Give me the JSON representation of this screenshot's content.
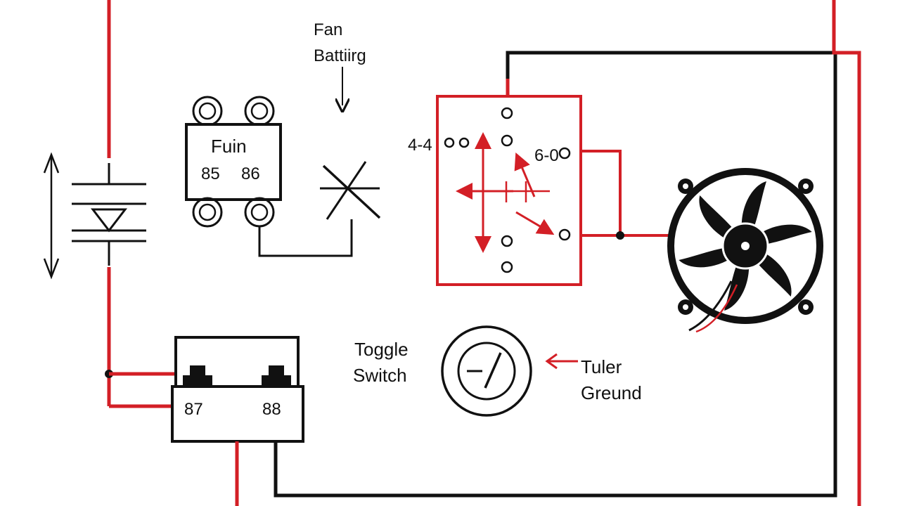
{
  "title": {
    "line1": "Fan",
    "line2": "Battiirg"
  },
  "fuse_block": {
    "name": "Fuin",
    "pin_a": "85",
    "pin_b": "86"
  },
  "relay": {
    "left_pin": "4-4",
    "right_pin": "6-0"
  },
  "bottom_relay": {
    "pin_left": "87",
    "pin_right": "88"
  },
  "toggle_switch": {
    "line1": "Toggle",
    "line2": "Switch"
  },
  "ground_label": {
    "line1": "Tulеr",
    "line2": "Greund"
  },
  "colors": {
    "wire_red": "#d31f26",
    "wire_black": "#111111"
  }
}
